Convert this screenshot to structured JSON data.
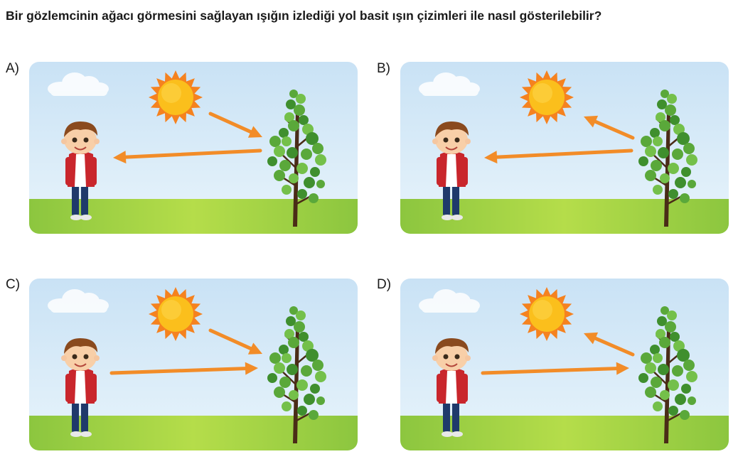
{
  "question": "Bir gözlemcinin ağacı görmesini sağlayan ışığın izlediği yol basit ışın çizimleri ile nasıl gösterilebilir?",
  "options": [
    {
      "label": "A)",
      "arrows": [
        "sun-to-tree",
        "tree-to-boy"
      ]
    },
    {
      "label": "B)",
      "arrows": [
        "tree-to-sun",
        "tree-to-boy"
      ]
    },
    {
      "label": "C)",
      "arrows": [
        "sun-to-tree",
        "boy-to-tree"
      ]
    },
    {
      "label": "D)",
      "arrows": [
        "tree-to-sun",
        "boy-to-tree"
      ]
    }
  ],
  "colors": {
    "sky_top": "#c9e2f5",
    "sky_bottom": "#e8f4fb",
    "grass": "#9fd23a",
    "arrow": "#f28c28",
    "sun": "#fbbf1c",
    "sun_rays": "#f5821f"
  }
}
